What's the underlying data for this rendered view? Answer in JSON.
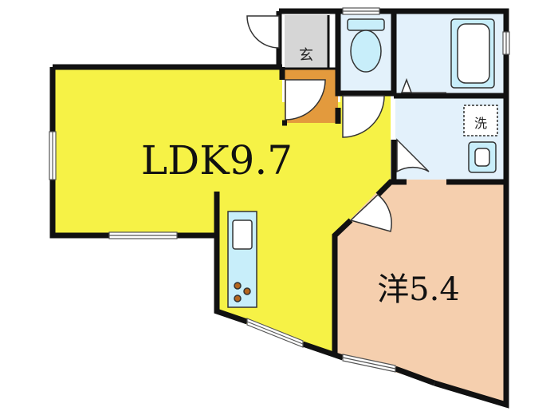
{
  "plan": {
    "rooms": [
      {
        "id": "ldk",
        "label": "LDK9.7"
      },
      {
        "id": "western",
        "label": "洋5.4"
      }
    ],
    "labels": {
      "entrance": "玄",
      "laundry": "洗"
    }
  },
  "colors": {
    "ldk": "#f6f246",
    "western": "#f5cfae",
    "wet_area": "#e3f1fb",
    "entrance_floor": "#e39a3d",
    "entrance_tile": "#d6d6d6",
    "fixture": "#c8eefa",
    "wall": "#111111"
  }
}
